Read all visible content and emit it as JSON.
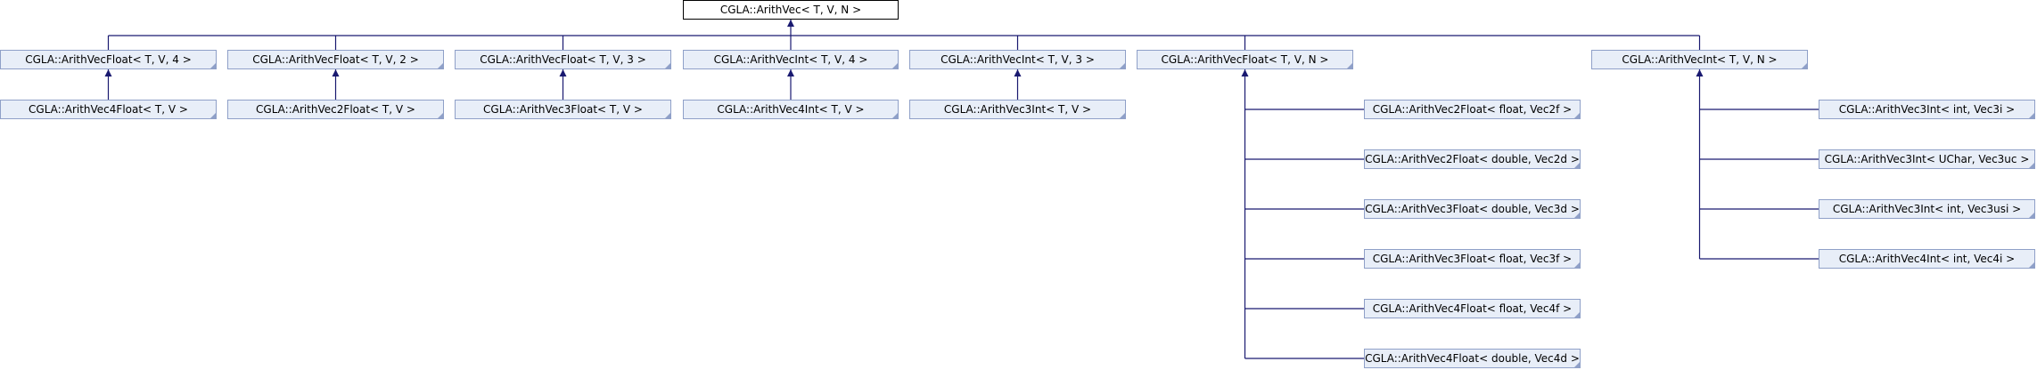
{
  "colors": {
    "edge": "#191970",
    "node_fill": "#E8EEF8",
    "node_border": "#8FA0C8",
    "root_fill": "#FFFFFF",
    "root_border": "#000000"
  },
  "diagram": {
    "nodes": [
      {
        "id": "root",
        "label": "CGLA::ArithVec< T, V, N >"
      },
      {
        "id": "vf4",
        "label": "CGLA::ArithVecFloat< T, V, 4 >"
      },
      {
        "id": "vf2",
        "label": "CGLA::ArithVecFloat< T, V, 2 >"
      },
      {
        "id": "vf3",
        "label": "CGLA::ArithVecFloat< T, V, 3 >"
      },
      {
        "id": "vi4",
        "label": "CGLA::ArithVecInt< T, V, 4 >"
      },
      {
        "id": "vi3",
        "label": "CGLA::ArithVecInt< T, V, 3 >"
      },
      {
        "id": "vfn",
        "label": "CGLA::ArithVecFloat< T, V, N >"
      },
      {
        "id": "vin",
        "label": "CGLA::ArithVecInt< T, V, N >"
      },
      {
        "id": "v4f",
        "label": "CGLA::ArithVec4Float< T, V >"
      },
      {
        "id": "v2f",
        "label": "CGLA::ArithVec2Float< T, V >"
      },
      {
        "id": "v3f",
        "label": "CGLA::ArithVec3Float< T, V >"
      },
      {
        "id": "v4i",
        "label": "CGLA::ArithVec4Int< T, V >"
      },
      {
        "id": "v3i",
        "label": "CGLA::ArithVec3Int< T, V >"
      },
      {
        "id": "a2ff",
        "label": "CGLA::ArithVec2Float< float, Vec2f >"
      },
      {
        "id": "a2fd",
        "label": "CGLA::ArithVec2Float< double, Vec2d >"
      },
      {
        "id": "a3fd",
        "label": "CGLA::ArithVec3Float< double, Vec3d >"
      },
      {
        "id": "a3ff",
        "label": "CGLA::ArithVec3Float< float, Vec3f >"
      },
      {
        "id": "a4ff",
        "label": "CGLA::ArithVec4Float< float, Vec4f >"
      },
      {
        "id": "a4fd",
        "label": "CGLA::ArithVec4Float< double, Vec4d >"
      },
      {
        "id": "a3ii",
        "label": "CGLA::ArithVec3Int< int, Vec3i >"
      },
      {
        "id": "a3iuc",
        "label": "CGLA::ArithVec3Int< UChar, Vec3uc >"
      },
      {
        "id": "a3ius",
        "label": "CGLA::ArithVec3Int< int, Vec3usi >"
      },
      {
        "id": "a4ii",
        "label": "CGLA::ArithVec4Int< int, Vec4i >"
      }
    ],
    "edges": [
      {
        "from": "vf4",
        "to": "root"
      },
      {
        "from": "vf2",
        "to": "root"
      },
      {
        "from": "vf3",
        "to": "root"
      },
      {
        "from": "vi4",
        "to": "root"
      },
      {
        "from": "vi3",
        "to": "root"
      },
      {
        "from": "vfn",
        "to": "root"
      },
      {
        "from": "vin",
        "to": "root"
      },
      {
        "from": "v4f",
        "to": "vf4"
      },
      {
        "from": "v2f",
        "to": "vf2"
      },
      {
        "from": "v3f",
        "to": "vf3"
      },
      {
        "from": "v4i",
        "to": "vi4"
      },
      {
        "from": "v3i",
        "to": "vi3"
      },
      {
        "from": "a2ff",
        "to": "vfn"
      },
      {
        "from": "a2fd",
        "to": "vfn"
      },
      {
        "from": "a3fd",
        "to": "vfn"
      },
      {
        "from": "a3ff",
        "to": "vfn"
      },
      {
        "from": "a4ff",
        "to": "vfn"
      },
      {
        "from": "a4fd",
        "to": "vfn"
      },
      {
        "from": "a3ii",
        "to": "vin"
      },
      {
        "from": "a3iuc",
        "to": "vin"
      },
      {
        "from": "a3ius",
        "to": "vin"
      },
      {
        "from": "a4ii",
        "to": "vin"
      }
    ]
  }
}
